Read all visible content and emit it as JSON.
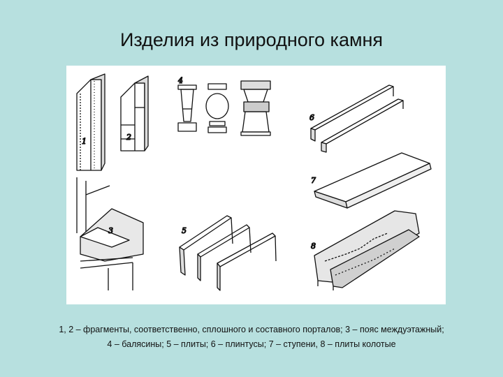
{
  "slide": {
    "title": "Изделия из природного камня",
    "caption_line1": "1, 2 – фрагменты, соответственно, сплошного и составного порталов; 3 – пояс междуэтажный;",
    "caption_line2": "4 – балясины; 5 – плиты; 6 – плинтусы; 7 – ступени, 8 – плиты колотые"
  },
  "figure_labels": {
    "n1": "1",
    "n2": "2",
    "n3": "3",
    "n4": "4",
    "n5": "5",
    "n6": "6",
    "n7": "7",
    "n8": "8"
  }
}
